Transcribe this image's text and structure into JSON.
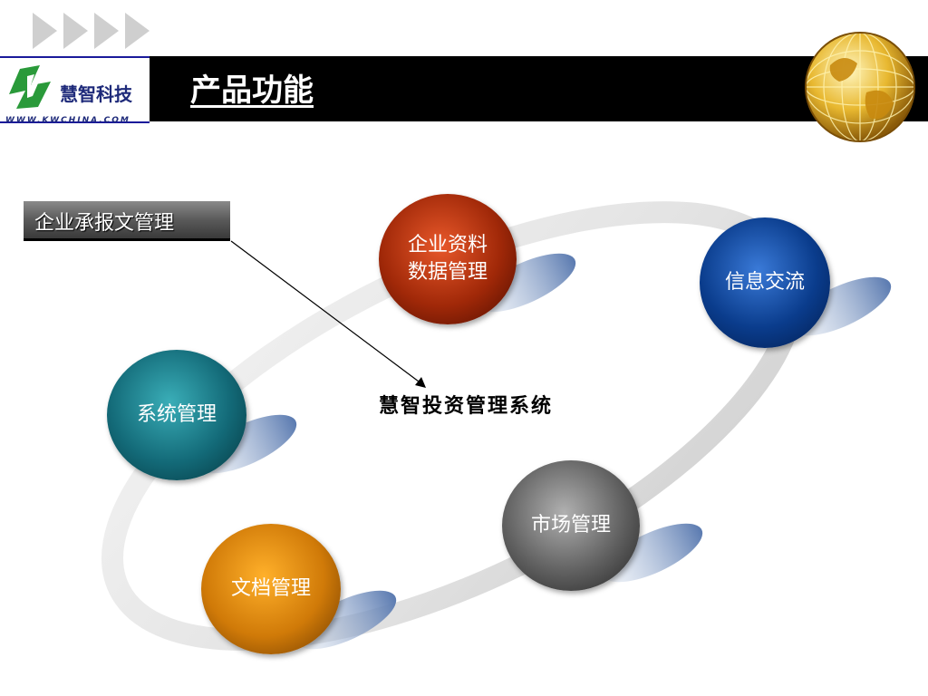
{
  "header": {
    "title": "产品功能"
  },
  "logo": {
    "name": "慧智科技",
    "url": "WWW.KWCHINA.COM"
  },
  "tag_label": "企业承报文管理",
  "center_label": "慧智投资管理系统",
  "nodes": [
    {
      "label": "企业资料\n数据管理",
      "color": "#a02808"
    },
    {
      "label": "信息交流",
      "color": "#0a3c8c"
    },
    {
      "label": "系统管理",
      "color": "#136a78"
    },
    {
      "label": "市场管理",
      "color": "#606060"
    },
    {
      "label": "文档管理",
      "color": "#d07a08"
    }
  ],
  "icons": {
    "globe": "globe-icon",
    "logo": "leaf-logo-icon",
    "chevrons": "chevron-right-icon"
  }
}
